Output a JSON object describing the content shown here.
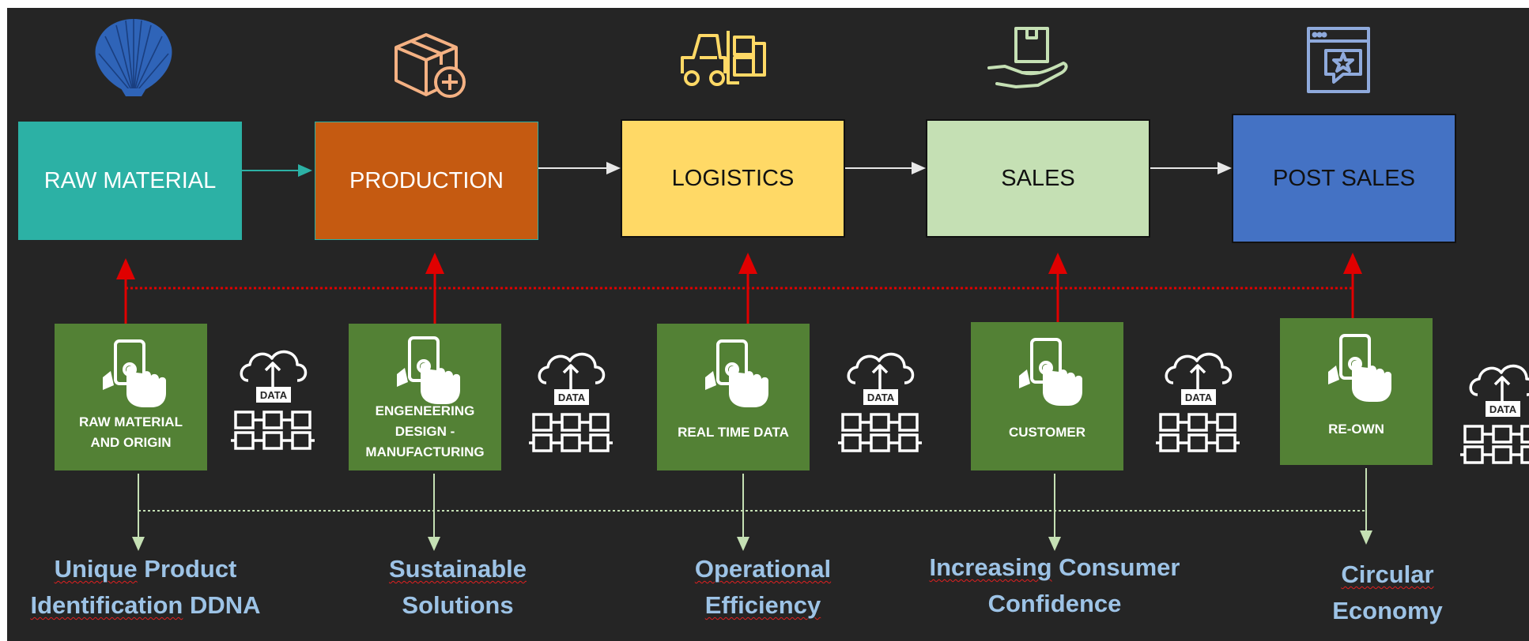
{
  "stages": [
    {
      "label": "RAW MATERIAL",
      "color": "#2cb1a5",
      "text_color": "#ffffff",
      "icon": "scallop-shell-icon"
    },
    {
      "label": "PRODUCTION",
      "color": "#c55a11",
      "text_color": "#ffffff",
      "icon": "box-plus-icon"
    },
    {
      "label": "LOGISTICS",
      "color": "#ffd966",
      "text_color": "#111111",
      "icon": "forklift-icon"
    },
    {
      "label": "SALES",
      "color": "#c5e0b4",
      "text_color": "#111111",
      "icon": "hand-package-icon"
    },
    {
      "label": "POST SALES",
      "color": "#4472c4",
      "text_color": "#111111",
      "icon": "browser-star-icon"
    }
  ],
  "cards": [
    {
      "lines": [
        "RAW MATERIAL",
        "AND ORIGIN"
      ],
      "icon": "touch-phone-icon"
    },
    {
      "lines": [
        "ENGENEERING",
        "DESIGN -",
        "MANUFACTURING"
      ],
      "icon": "touch-phone-icon"
    },
    {
      "lines": [
        "REAL TIME DATA"
      ],
      "icon": "touch-phone-icon"
    },
    {
      "lines": [
        "CUSTOMER"
      ],
      "icon": "touch-phone-icon"
    },
    {
      "lines": [
        "RE-OWN"
      ],
      "icon": "touch-phone-icon"
    }
  ],
  "cloud_label": "DATA",
  "outcomes": {
    "o1": {
      "l1a": "Unique",
      "l1b": " Product",
      "l2a": "Identification",
      "l2b": " DDNA"
    },
    "o2": {
      "l1": "Sustainable",
      "l2": "Solutions"
    },
    "o3": {
      "l1": "Operational",
      "l2": "Efficiency"
    },
    "o4": {
      "l1a": "Increasing",
      "l1b": " Consumer",
      "l2": "Confidence"
    },
    "o5": {
      "l1": "Circular",
      "l2": "Economy"
    }
  },
  "colors": {
    "background": "#252525",
    "card": "#538135",
    "arrow_up": "#e00000",
    "arrow_down": "#c5e0b4",
    "arrow_teal": "#2cb1a5",
    "arrow_white": "#e8e8e8",
    "outcome_text": "#9dc3e6"
  }
}
